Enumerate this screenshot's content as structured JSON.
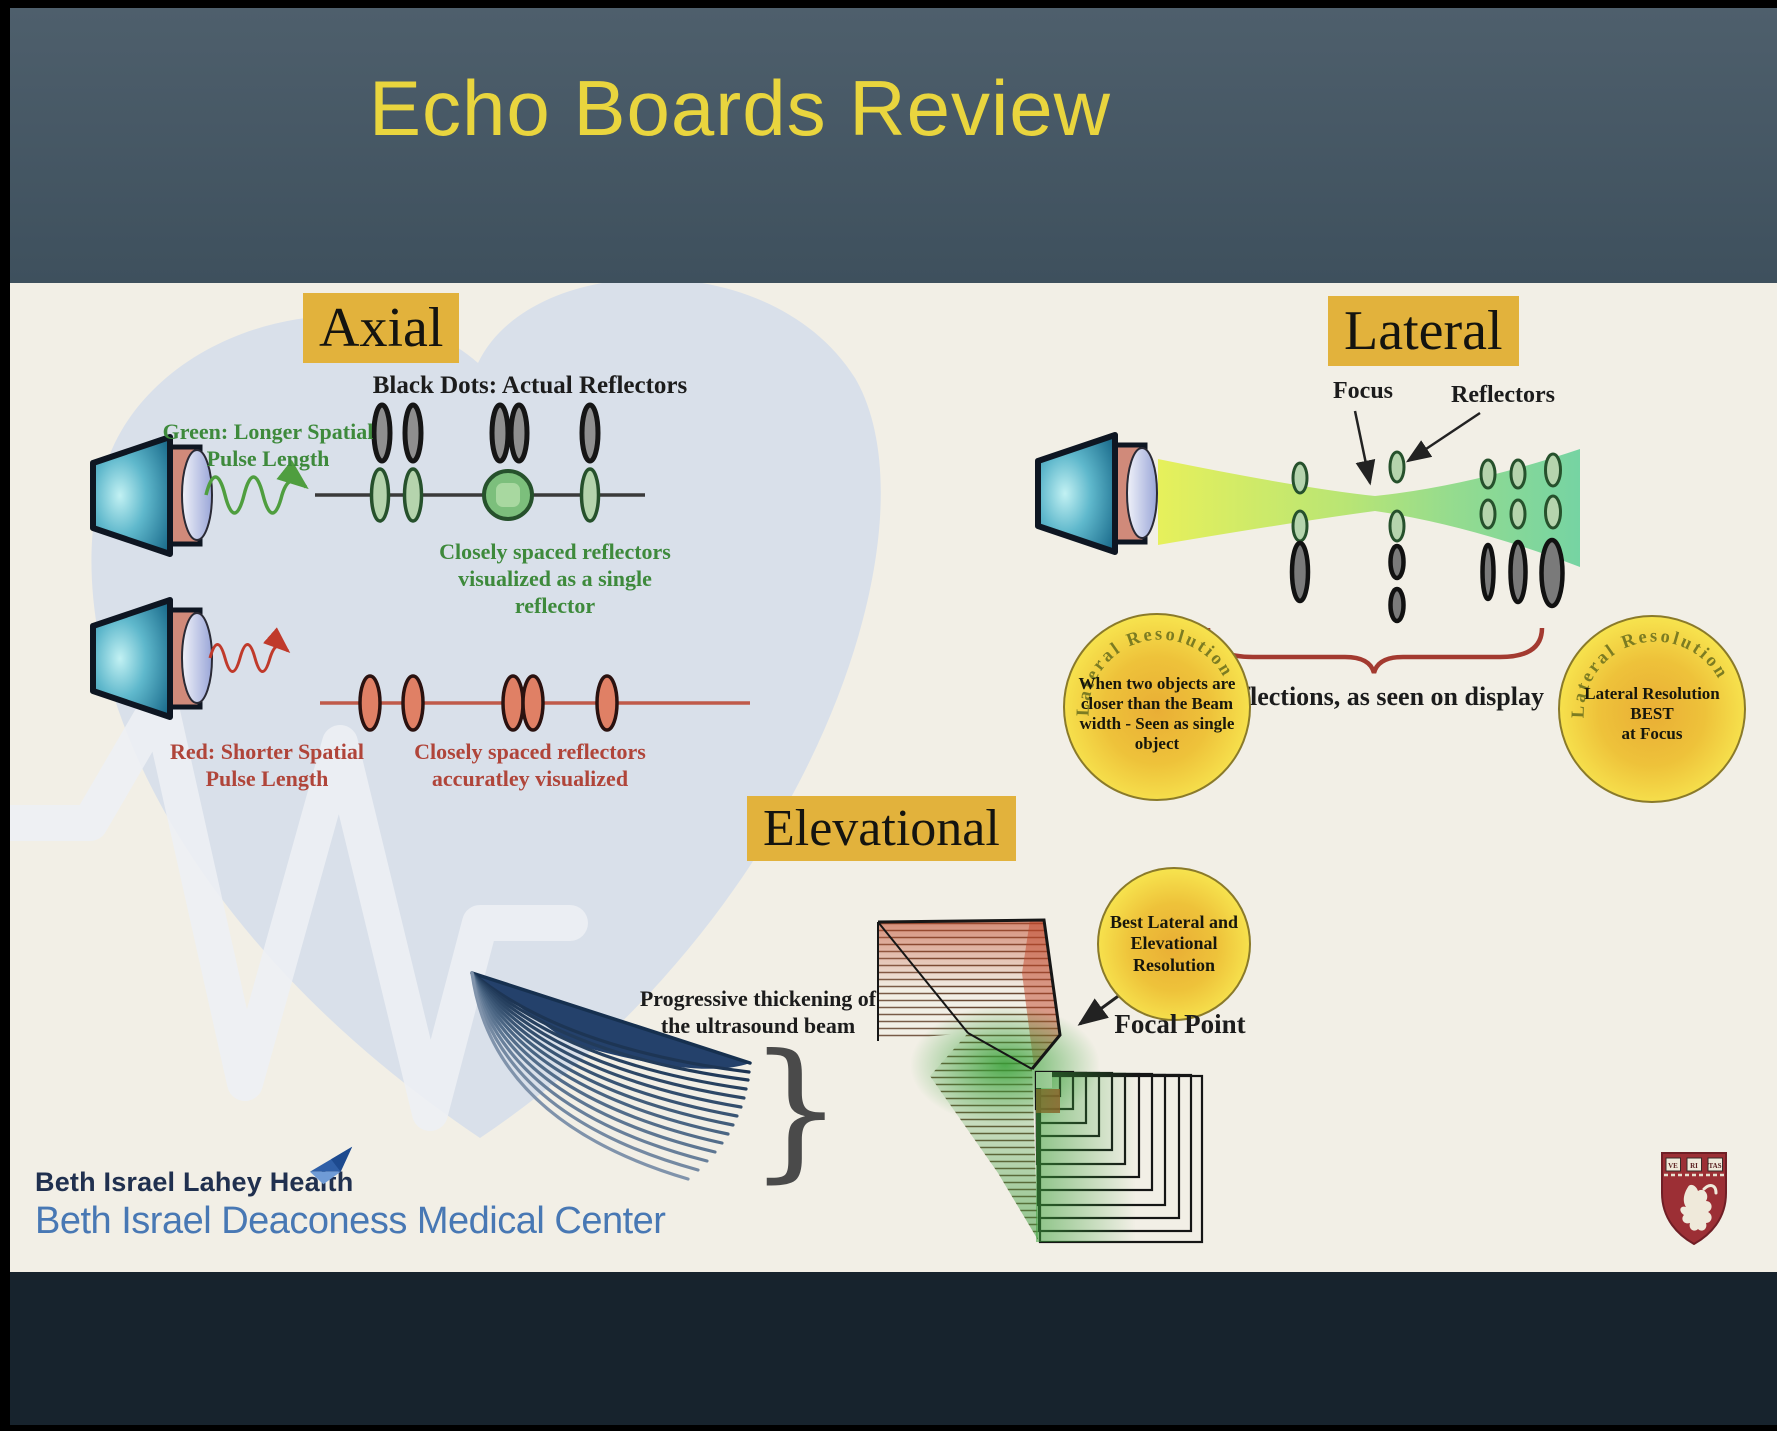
{
  "title": "Echo Boards Review",
  "axial": {
    "label": "Axial",
    "dots_caption": "Black Dots: Actual Reflectors",
    "green_note": "Green: Longer Spatial\nPulse Length",
    "green_result": "Closely spaced reflectors\nvisualized as a single\nreflector",
    "red_note": "Red: Shorter Spatial\nPulse Length",
    "red_result": "Closely spaced reflectors\naccuratley visualized"
  },
  "lateral": {
    "label": "Lateral",
    "focus": "Focus",
    "reflectors": "Reflectors",
    "display_caption": "Reflections, as seen on display",
    "bubble_arc": "Lateral Resolution",
    "bubble_left": "When two objects are\ncloser than the Beam\nwidth - Seen as single\nobject",
    "bubble_right": "Lateral Resolution BEST\nat Focus"
  },
  "elevational": {
    "label": "Elevational",
    "thickening": "Progressive thickening of\nthe ultrasound beam",
    "bubble": "Best Lateral and\nElevational\nResolution",
    "focal_point": "Focal Point"
  },
  "footer": {
    "org1": "Beth Israel Lahey Health",
    "org2": "Beth Israel Deaconess Medical Center"
  },
  "shield": {
    "veritas": [
      "VE",
      "RI",
      "TAS"
    ]
  },
  "colors": {
    "title_yellow": "#e9d53e",
    "highlight_yellow": "#e2b23c",
    "band_slate": "#46586596",
    "slide_cream": "#f2efe6",
    "bottom_dark": "#17232d",
    "bubble_yellow": "#f3d83a",
    "axial_green": "#3e8a3c",
    "axial_red": "#b0453a",
    "beam_green": "#84d87f",
    "fan_blue": "#2b4a72",
    "shield_crimson": "#9c2f35"
  }
}
